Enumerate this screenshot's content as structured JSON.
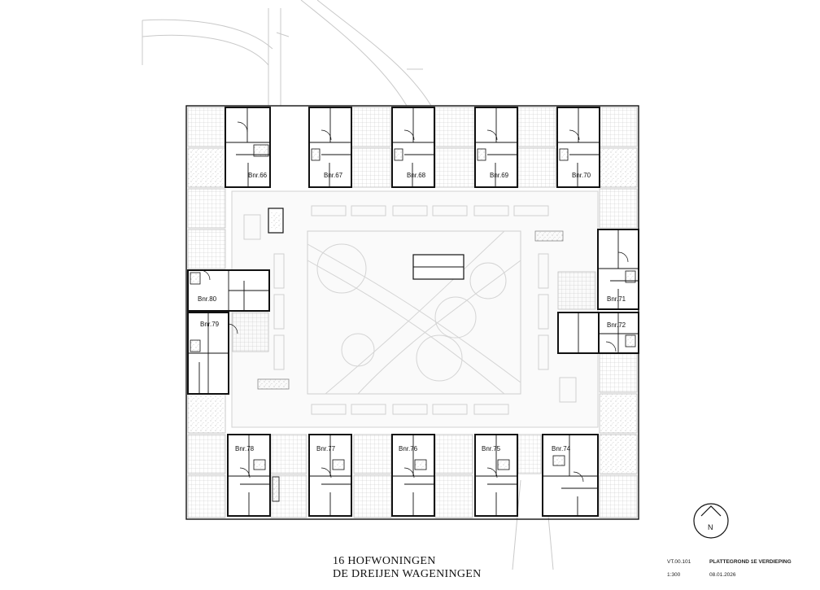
{
  "drawing": {
    "title_line1": "16 HOFWONINGEN",
    "title_line2": "DE DREIJEN WAGENINGEN",
    "number": "VT.00.101",
    "scale": "1:300",
    "sheet_title": "PLATTEGROND 1E VERDIEPING",
    "date": "08.01.2026",
    "north": "N"
  },
  "units": [
    "Bnr.66",
    "Bnr.67",
    "Bnr.68",
    "Bnr.69",
    "Bnr.70",
    "Bnr.71",
    "Bnr.72",
    "Bnr.74",
    "Bnr.75",
    "Bnr.76",
    "Bnr.77",
    "Bnr.78",
    "Bnr.79",
    "Bnr.80"
  ],
  "colors": {
    "wall": "#111111",
    "light_line": "#c8c8c8",
    "hatch": "#9a9a9a"
  }
}
